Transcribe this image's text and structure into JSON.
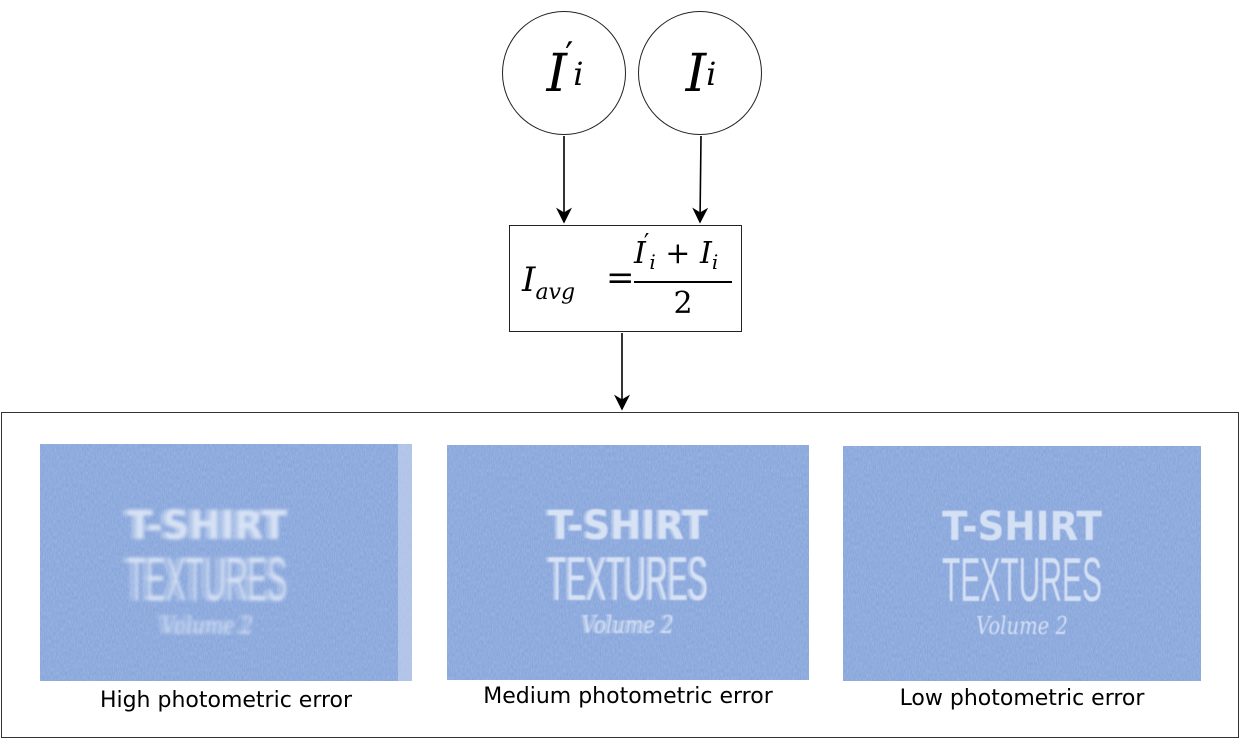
{
  "nodes": {
    "left": {
      "symbol": "I",
      "subscript": "i",
      "prime": "′"
    },
    "right": {
      "symbol": "I",
      "subscript": "i"
    }
  },
  "formula": {
    "lhs_symbol": "I",
    "lhs_subscript": "avg",
    "equals": "=",
    "num_a_symbol": "I",
    "num_a_subscript": "i",
    "num_a_prime": "′",
    "plus": "+",
    "num_b_symbol": "I",
    "num_b_subscript": "i",
    "denominator": "2"
  },
  "panels": [
    {
      "caption": "High photometric error",
      "title_line1": "T-SHIRT",
      "title_line2": "TEXTURES",
      "title_line3": "Volume 2"
    },
    {
      "caption": "Medium photometric error",
      "title_line1": "T-SHIRT",
      "title_line2": "TEXTURES",
      "title_line3": "Volume 2"
    },
    {
      "caption": "Low photometric error",
      "title_line1": "T-SHIRT",
      "title_line2": "TEXTURES",
      "title_line3": "Volume 2"
    }
  ],
  "colors": {
    "fabric": "#7f9fd8",
    "fabric_dark": "#6f8fcd",
    "text_overlay": "#dce6f7"
  }
}
